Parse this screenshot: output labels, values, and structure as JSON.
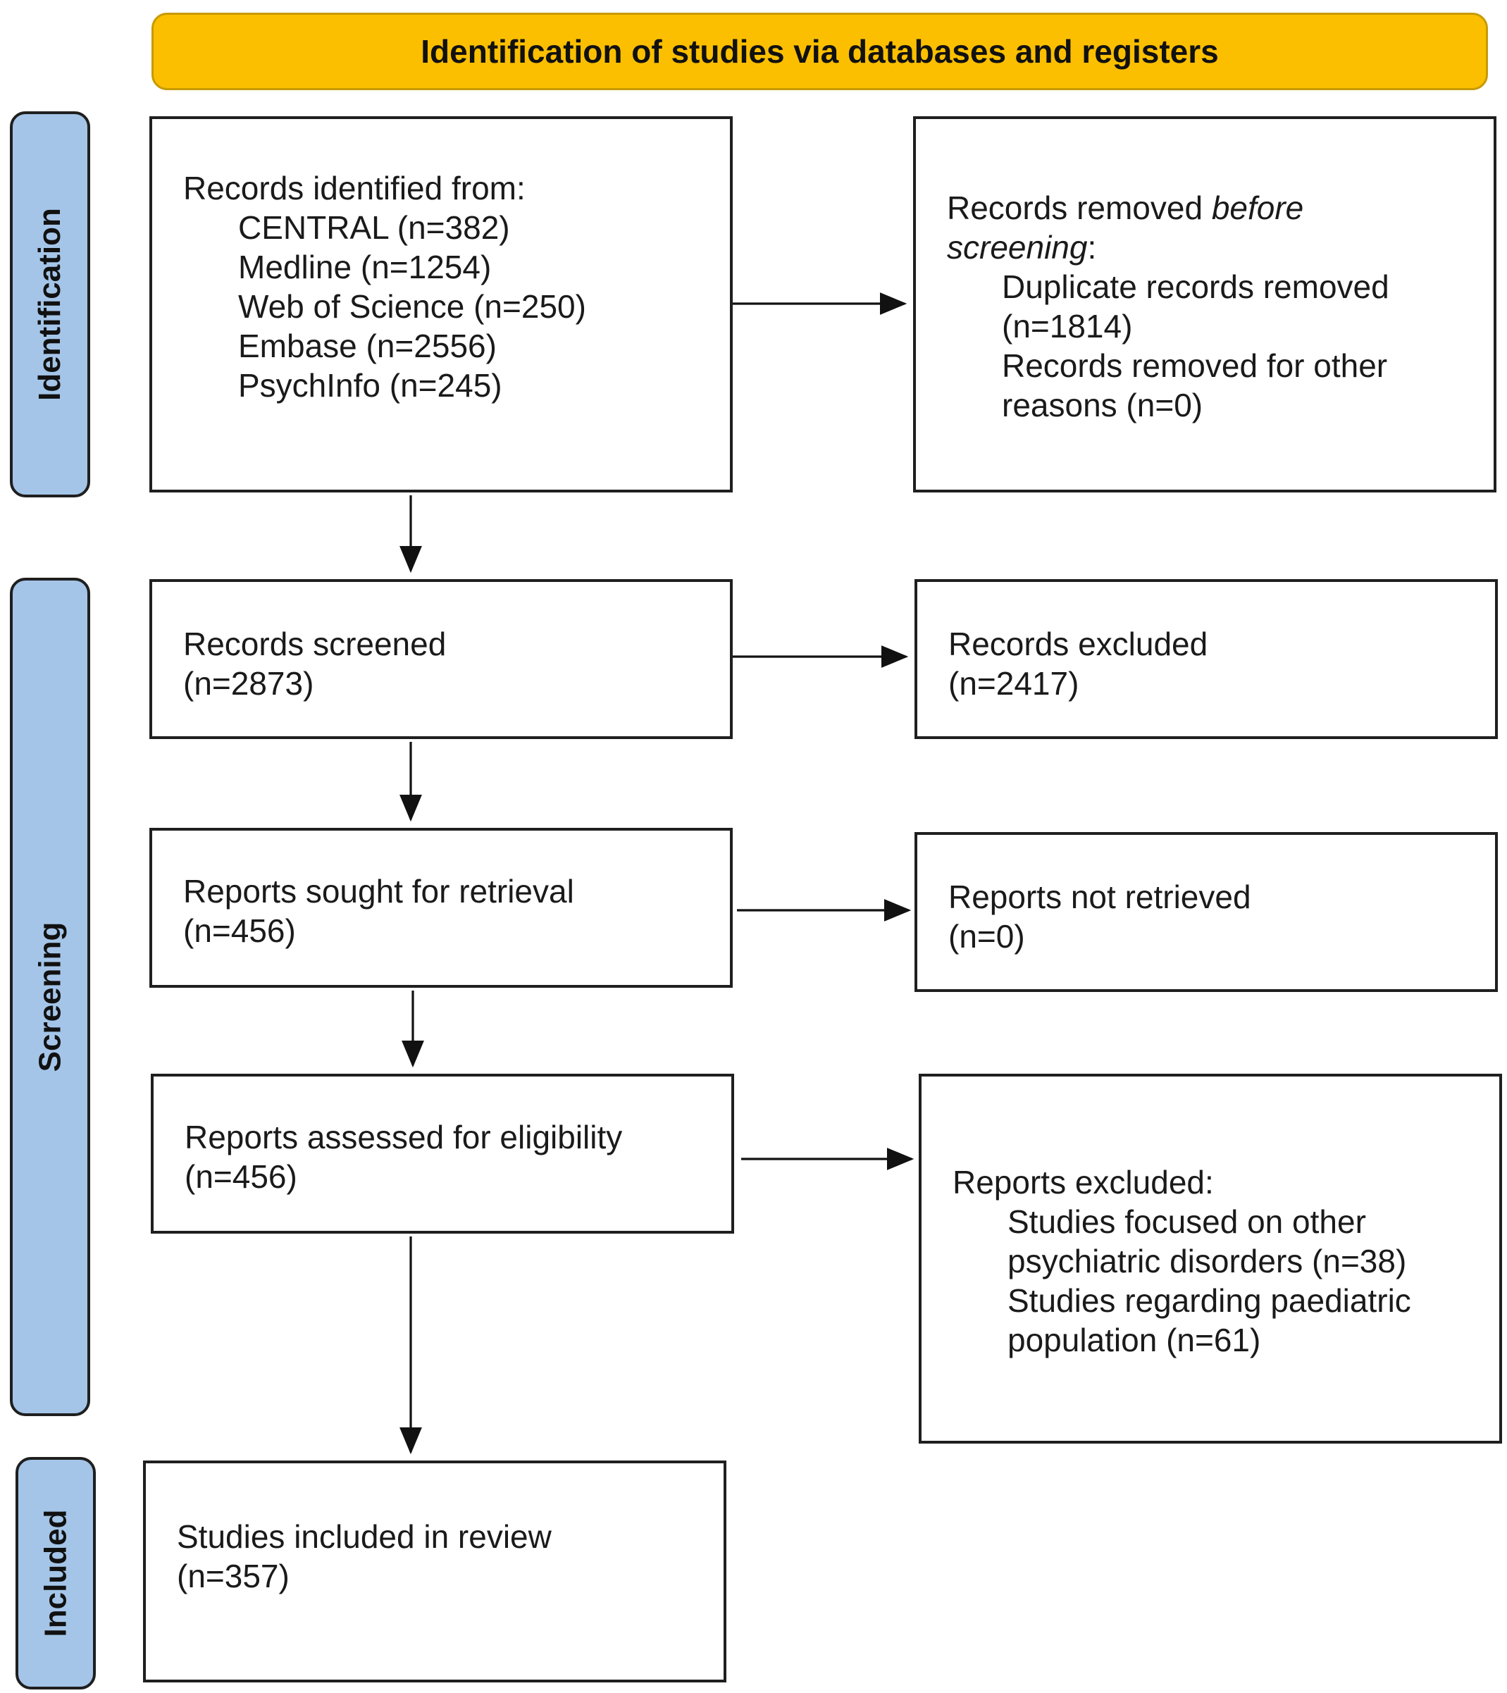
{
  "header": {
    "title": "Identification of studies via databases and registers"
  },
  "phases": {
    "identification": "Identification",
    "screening": "Screening",
    "included": "Included"
  },
  "records_identified": {
    "heading": "Records identified from:",
    "sources": [
      "CENTRAL (n=382)",
      "Medline (n=1254)",
      "Web of Science (n=250)",
      "Embase (n=2556)",
      "PsychInfo (n=245)"
    ]
  },
  "records_removed": {
    "heading_prefix": "Records removed ",
    "heading_emphasis_1": "before",
    "heading_emphasis_2": "screening",
    "heading_suffix": ":",
    "duplicate_line1": "Duplicate records removed",
    "duplicate_line2": "(n=1814)",
    "other_line1": "Records removed for other",
    "other_line2": "reasons (n=0)"
  },
  "records_screened": {
    "label": "Records screened",
    "count": "(n=2873)"
  },
  "records_excluded": {
    "label": "Records excluded",
    "count": "(n=2417)"
  },
  "reports_sought": {
    "label": "Reports sought for retrieval",
    "count": "(n=456)"
  },
  "reports_not_retrieved": {
    "label": "Reports not retrieved",
    "count": "(n=0)"
  },
  "reports_assessed": {
    "label": "Reports assessed for eligibility",
    "count": "(n=456)"
  },
  "reports_excluded": {
    "heading": "Reports excluded:",
    "reason1_line1": "Studies focused on other",
    "reason1_line2": "psychiatric disorders (n=38)",
    "reason2_line1": "Studies regarding paediatric",
    "reason2_line2": "population (n=61)"
  },
  "studies_included": {
    "label": "Studies included in review",
    "count": "(n=357)"
  }
}
